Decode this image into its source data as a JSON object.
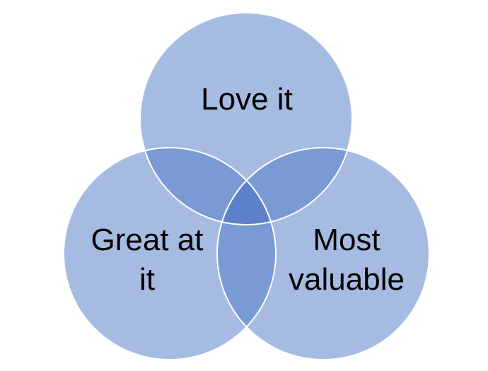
{
  "diagram": {
    "type": "venn",
    "sets": [
      {
        "id": "love",
        "lines": [
          "Love it"
        ]
      },
      {
        "id": "great",
        "lines": [
          "Great at",
          "it"
        ]
      },
      {
        "id": "valuable",
        "lines": [
          "Most",
          "valuable"
        ]
      }
    ],
    "colors": {
      "fill": "#a6bbe1",
      "stroke": "#ffffff",
      "overlap_pair": "#7a9ad4",
      "overlap_center": "#5c81c9",
      "text": "#000000",
      "background": "#ffffff"
    }
  }
}
